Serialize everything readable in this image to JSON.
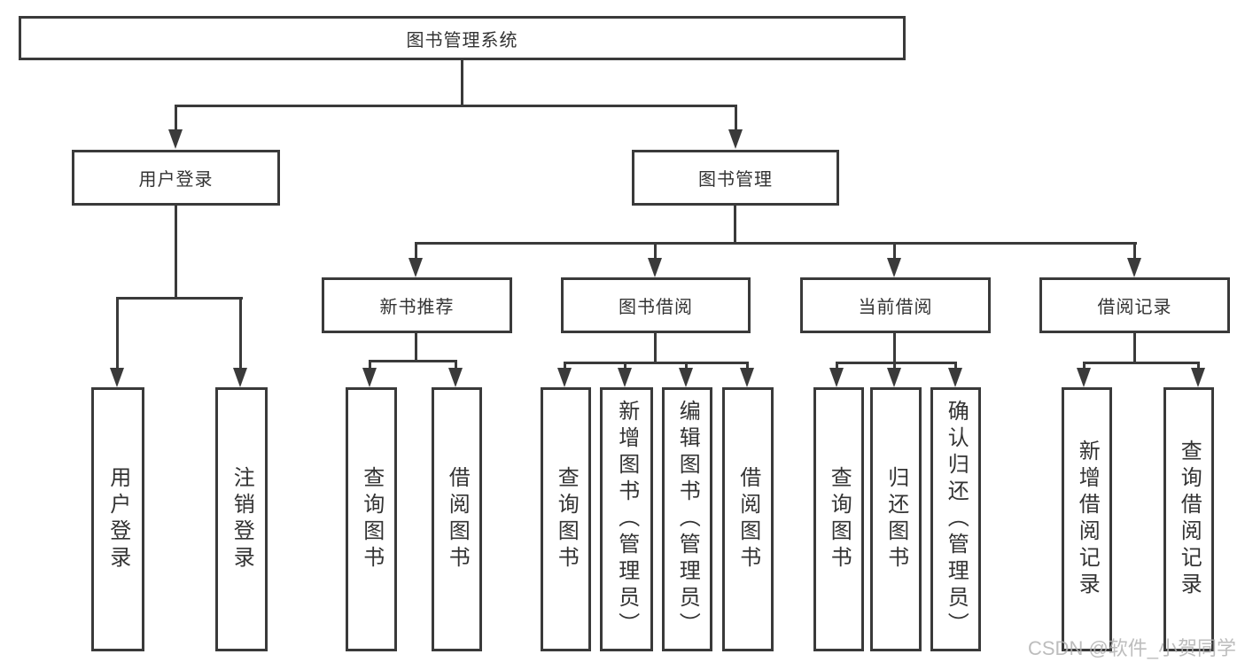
{
  "diagram": {
    "title": "图书管理系统",
    "root": {
      "label": "图书管理系统"
    },
    "level2": [
      {
        "label": "用户登录"
      },
      {
        "label": "图书管理"
      }
    ],
    "level3": [
      {
        "label": "新书推荐"
      },
      {
        "label": "图书借阅"
      },
      {
        "label": "当前借阅"
      },
      {
        "label": "借阅记录"
      }
    ],
    "leaves": [
      {
        "label": "用户登录",
        "parent": "用户登录"
      },
      {
        "label": "注销登录",
        "parent": "用户登录"
      },
      {
        "label": "查询图书",
        "parent": "新书推荐"
      },
      {
        "label": "借阅图书",
        "parent": "新书推荐"
      },
      {
        "label": "查询图书",
        "parent": "图书借阅"
      },
      {
        "label": "新增图书（管理员）",
        "parent": "图书借阅"
      },
      {
        "label": "编辑图书（管理员）",
        "parent": "图书借阅"
      },
      {
        "label": "借阅图书",
        "parent": "图书借阅"
      },
      {
        "label": "查询图书",
        "parent": "当前借阅"
      },
      {
        "label": "归还图书",
        "parent": "当前借阅"
      },
      {
        "label": "确认归还（管理员）",
        "parent": "当前借阅"
      },
      {
        "label": "新增借阅记录",
        "parent": "借阅记录"
      },
      {
        "label": "查询借阅记录",
        "parent": "借阅记录"
      }
    ]
  },
  "watermark": {
    "text": "CSDN @软件_小贺同学"
  },
  "colors": {
    "line": "#3a3a3a",
    "text": "#333333",
    "background": "#ffffff",
    "watermark": "#b2b2b2"
  }
}
